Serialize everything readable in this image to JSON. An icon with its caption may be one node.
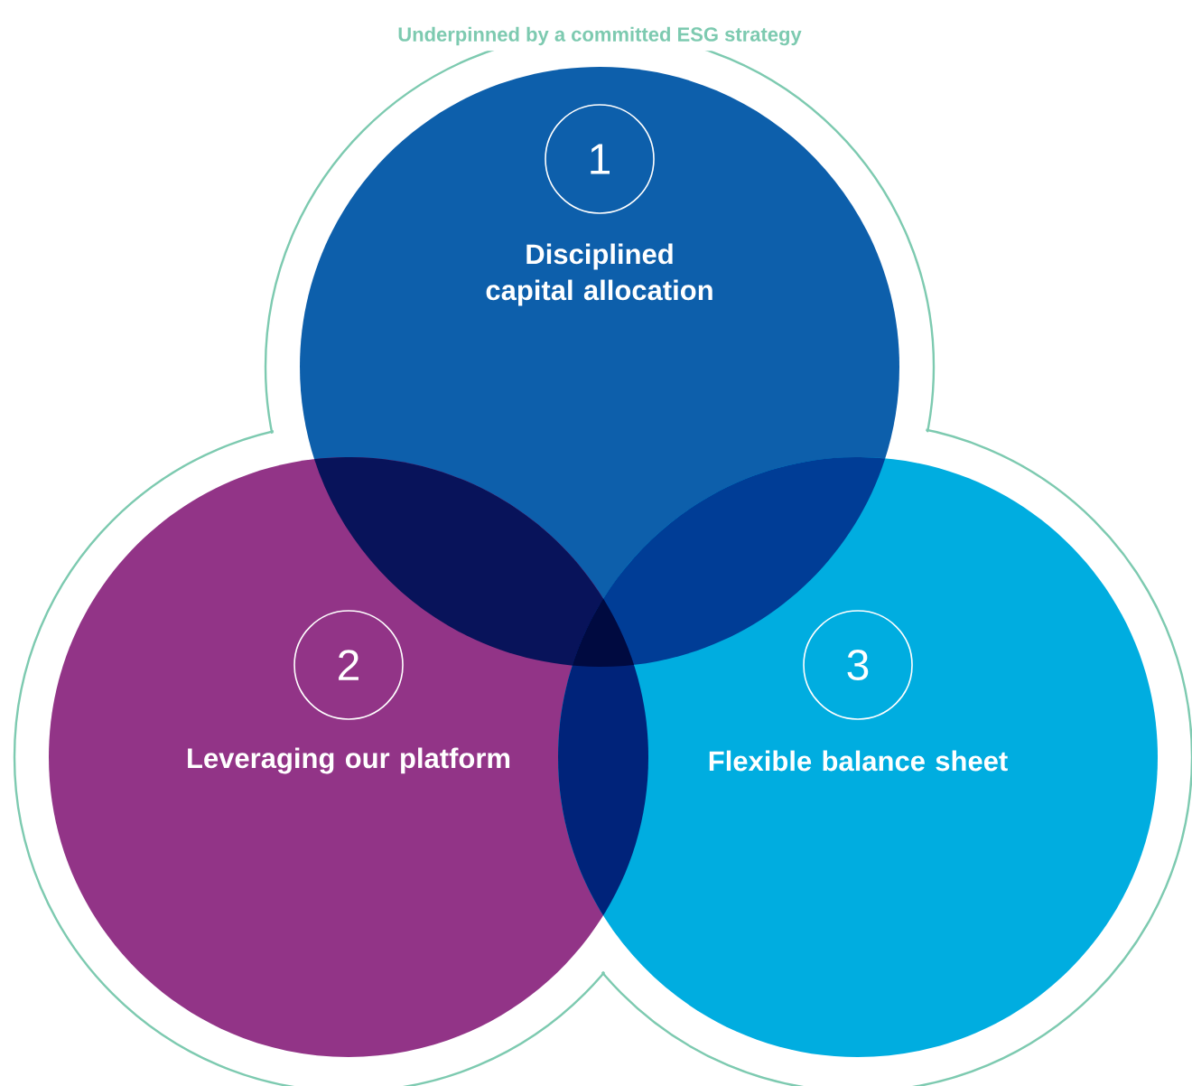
{
  "diagram": {
    "nodes": [
      {
        "text": [
          "1",
          "Disciplined capital allocation"
        ]
      },
      {
        "text": [
          "2",
          "Leveraging our platform"
        ]
      },
      {
        "text": [
          "3",
          "Flexible balance sheet"
        ]
      }
    ],
    "labels": [
      "Underpinned by a committed ESG strategy"
    ]
  }
}
